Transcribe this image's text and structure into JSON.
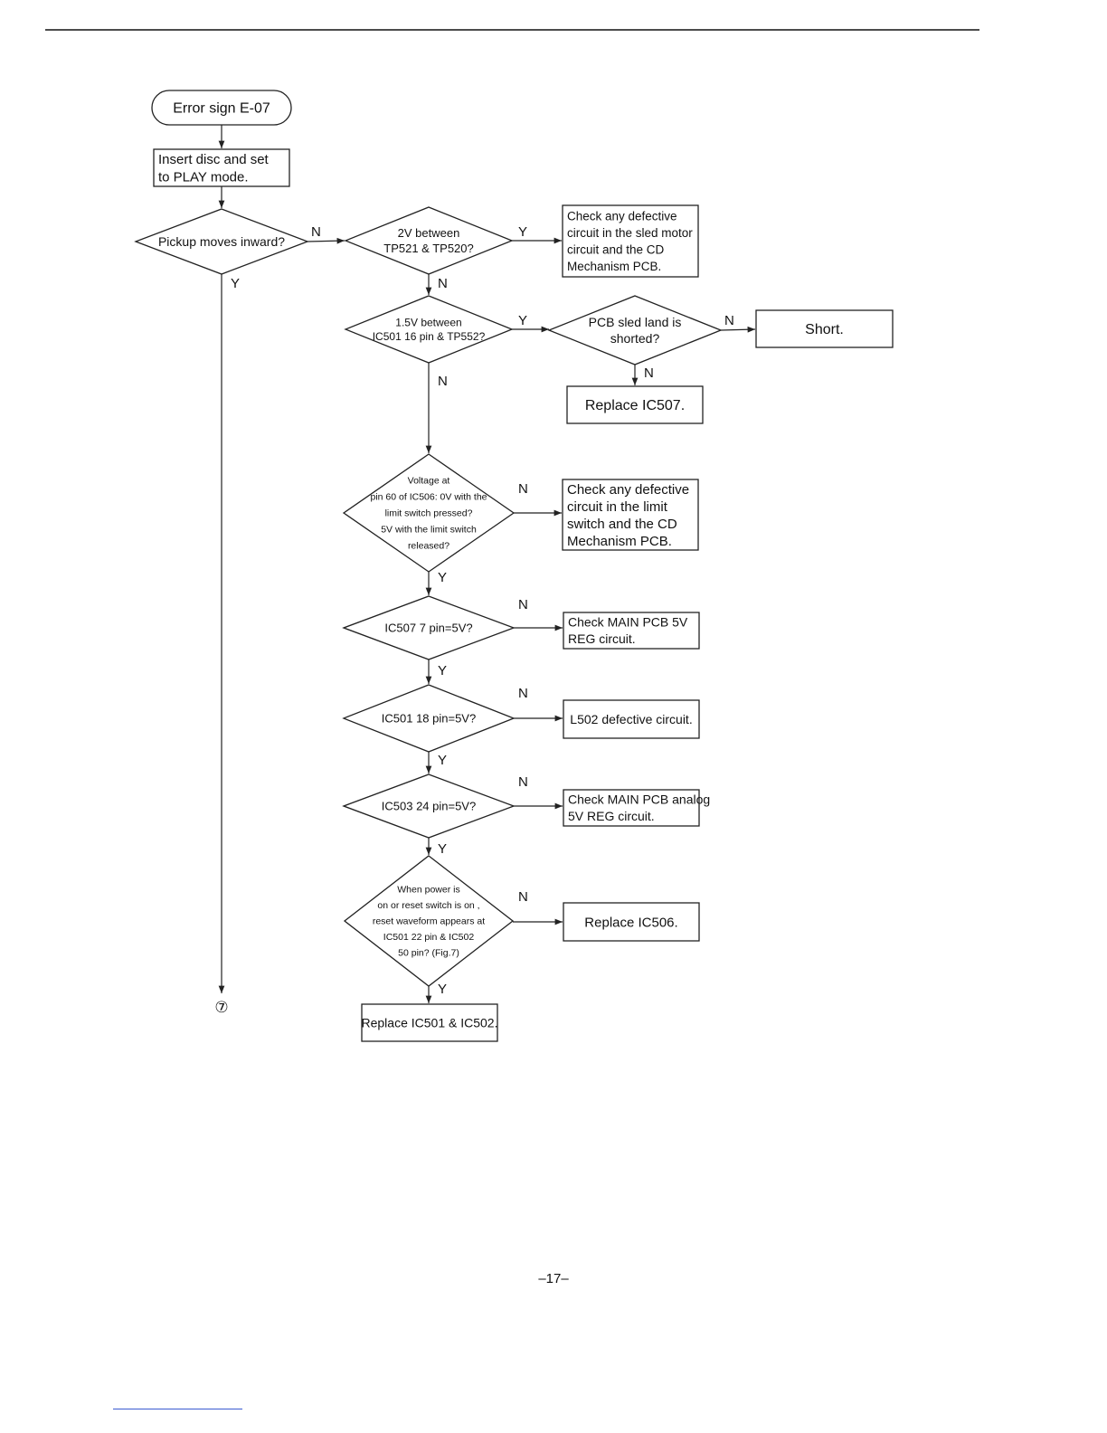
{
  "page": {
    "number": "–17–"
  },
  "flowchart": {
    "start": "Error sign E-07",
    "insert": [
      "Insert disc and set",
      "to PLAY mode."
    ],
    "q_pickup": [
      "Pickup moves inward?"
    ],
    "q_2v": [
      "2V between",
      "TP521 & TP520?"
    ],
    "box_sled": [
      "Check any defective",
      "circuit in the sled motor",
      "circuit and the CD",
      "Mechanism PCB."
    ],
    "q_15v": [
      "1.5V between",
      "IC501 16 pin & TP552?"
    ],
    "q_sled_land": [
      "PCB sled land is",
      "shorted?"
    ],
    "box_short": [
      "Short."
    ],
    "box_ic507": [
      "Replace IC507."
    ],
    "q_voltage60": [
      "Voltage at",
      "pin 60 of IC506: 0V with the",
      "limit switch pressed?",
      "5V with the limit switch",
      "released?"
    ],
    "box_limit": [
      "Check any defective",
      "circuit in the limit",
      "switch and the CD",
      "Mechanism PCB."
    ],
    "q_ic507_7": [
      "IC507 7 pin=5V?"
    ],
    "box_main5v": [
      "Check MAIN PCB 5V",
      "REG circuit."
    ],
    "q_ic501_18": [
      "IC501 18 pin=5V?"
    ],
    "box_l502": [
      "L502 defective circuit."
    ],
    "q_ic503_24": [
      "IC503 24 pin=5V?"
    ],
    "box_analog": [
      "Check MAIN PCB analog",
      "5V REG circuit."
    ],
    "q_reset": [
      "When power is",
      "on or reset switch is on ,",
      "reset waveform appears at",
      "IC501 22 pin & IC502",
      "50 pin? (Fig.7)"
    ],
    "box_ic506": [
      "Replace IC506."
    ],
    "box_final": [
      "Replace IC501 & IC502."
    ],
    "connector": "⑦",
    "yes": "Y",
    "no": "N"
  }
}
